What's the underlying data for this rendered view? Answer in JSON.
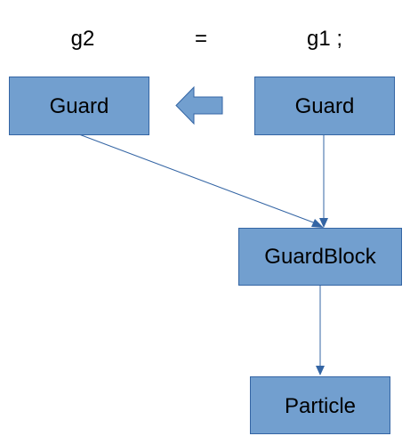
{
  "statement": {
    "lhs": "g2",
    "op": "=",
    "rhs": "g1 ;"
  },
  "nodes": {
    "guard_left": {
      "label": "Guard"
    },
    "guard_right": {
      "label": "Guard"
    },
    "guard_block": {
      "label": "GuardBlock"
    },
    "particle": {
      "label": "Particle"
    }
  },
  "colors": {
    "box_fill": "#729fcf",
    "box_stroke": "#3465a4",
    "arrow": "#3465a4",
    "text": "#000000"
  }
}
